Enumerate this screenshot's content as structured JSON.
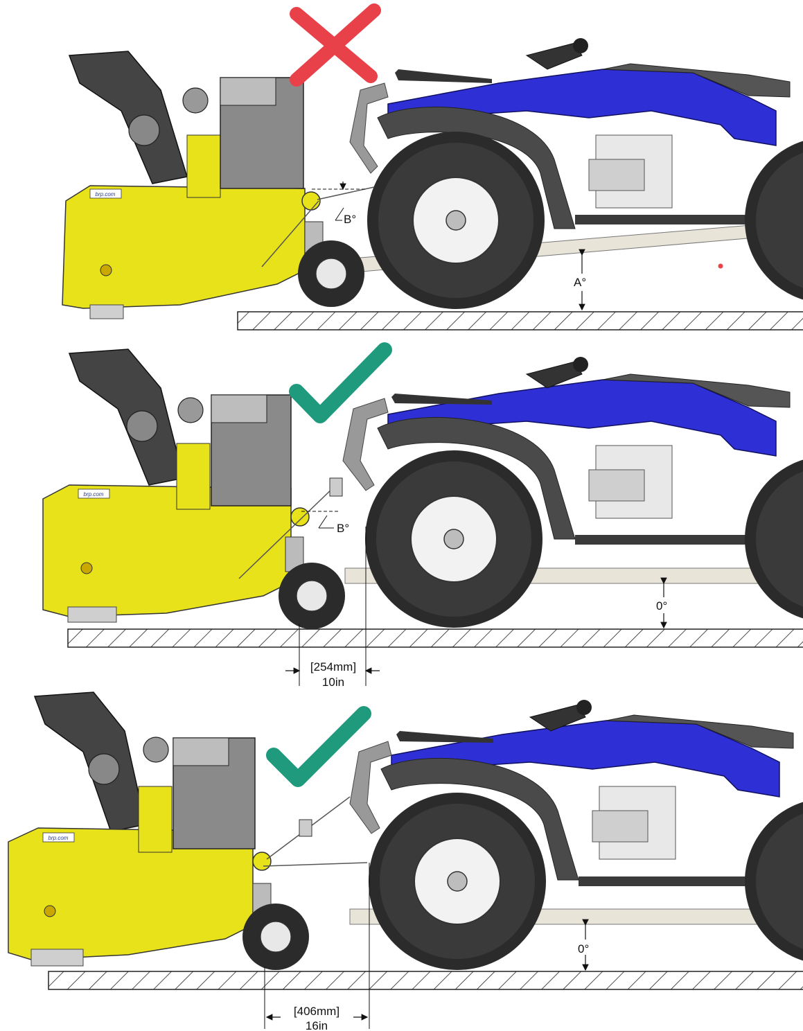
{
  "panels": [
    {
      "status": "incorrect",
      "status_icon": "cross-icon",
      "status_color": "#e8414a",
      "brand_label": "brp.com",
      "angle_b": "B°",
      "angle_a": "A°"
    },
    {
      "status": "correct",
      "status_icon": "checkmark-icon",
      "status_color": "#1f9a7d",
      "brand_label": "brp.com",
      "angle_b": "B°",
      "angle_a": "0°",
      "dim_mm": "[254mm]",
      "dim_in": "10in"
    },
    {
      "status": "correct",
      "status_icon": "checkmark-icon",
      "status_color": "#1f9a7d",
      "brand_label": "brp.com",
      "angle_a": "0°",
      "dim_mm": "[406mm]",
      "dim_in": "16in"
    }
  ],
  "colors": {
    "blower_yellow": "#e8e21a",
    "atv_blue": "#2f2fd6",
    "tire_dark": "#2b2b2b",
    "frame_gray": "#5a5a5a"
  }
}
